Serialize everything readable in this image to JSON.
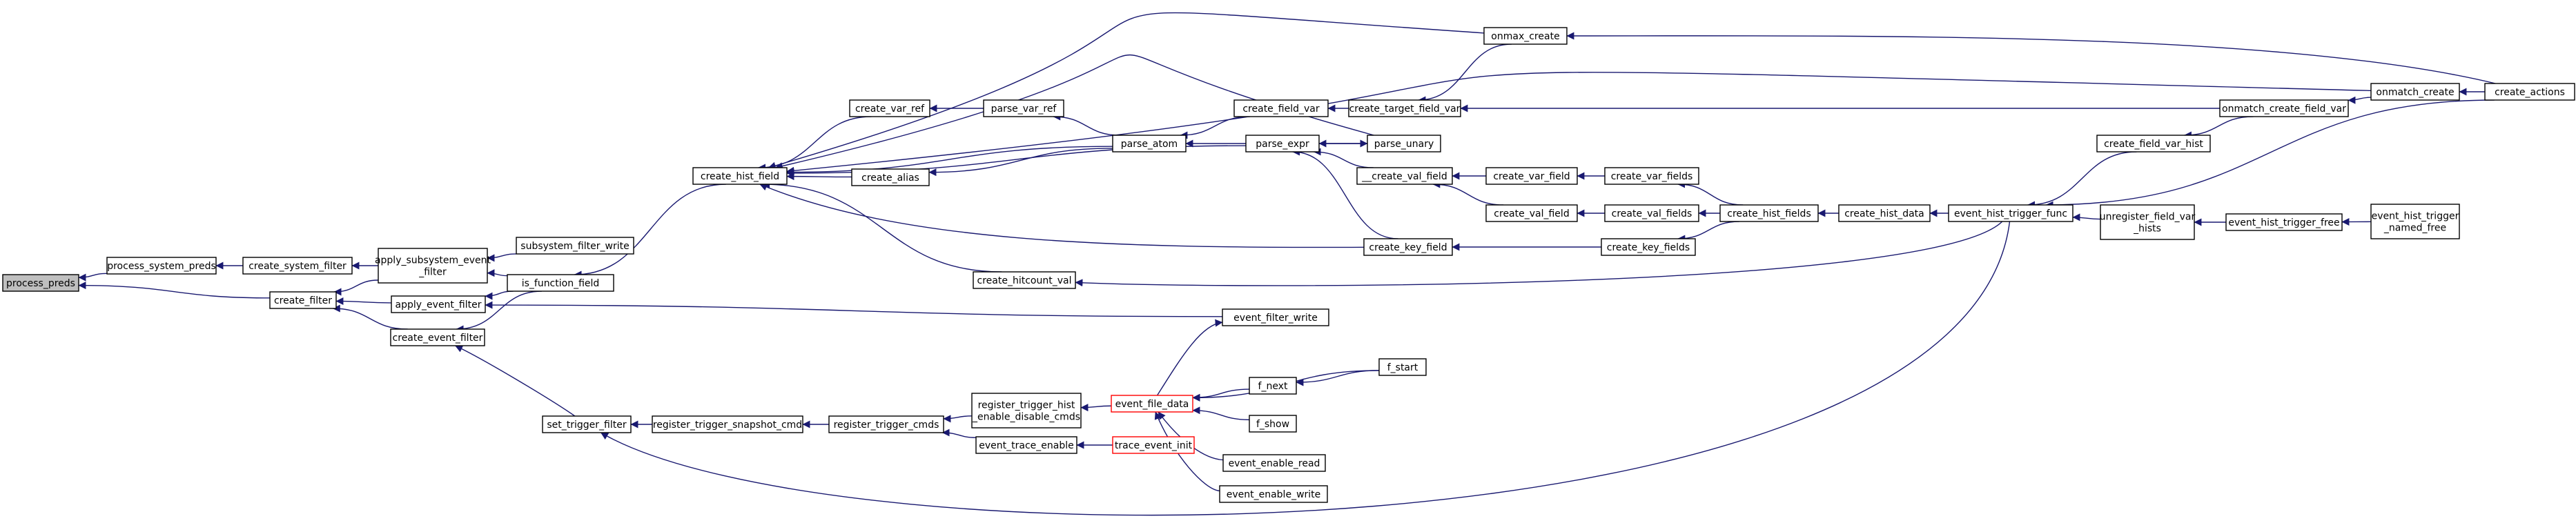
{
  "graph": {
    "title": "",
    "colors": {
      "edge": "#191970",
      "node_border": "#000000",
      "node_fill": "#ffffff",
      "root_fill": "#bfbfbf",
      "truncated_border": "#ff0000"
    },
    "nodes": [
      {
        "id": "process_preds",
        "label": "process_preds",
        "style": "root"
      },
      {
        "id": "process_system_preds",
        "label": "process_system_preds"
      },
      {
        "id": "create_system_filter",
        "label": "create_system_filter"
      },
      {
        "id": "apply_subsystem_event_filter",
        "label": "apply_subsystem_event\n_filter"
      },
      {
        "id": "subsystem_filter_write",
        "label": "subsystem_filter_write"
      },
      {
        "id": "create_filter",
        "label": "create_filter"
      },
      {
        "id": "apply_event_filter",
        "label": "apply_event_filter"
      },
      {
        "id": "create_event_filter",
        "label": "create_event_filter"
      },
      {
        "id": "is_function_field",
        "label": "is_function_field"
      },
      {
        "id": "create_hist_field",
        "label": "create_hist_field"
      },
      {
        "id": "create_var_ref",
        "label": "create_var_ref"
      },
      {
        "id": "parse_var_ref",
        "label": "parse_var_ref"
      },
      {
        "id": "create_alias",
        "label": "create_alias"
      },
      {
        "id": "parse_atom",
        "label": "parse_atom"
      },
      {
        "id": "create_field_var",
        "label": "create_field_var"
      },
      {
        "id": "parse_expr",
        "label": "parse_expr"
      },
      {
        "id": "parse_unary",
        "label": "parse_unary"
      },
      {
        "id": "create_target_field_var",
        "label": "create_target_field_var"
      },
      {
        "id": "onmax_create",
        "label": "onmax_create"
      },
      {
        "id": "__create_val_field",
        "label": "__create_val_field"
      },
      {
        "id": "create_var_field",
        "label": "create_var_field"
      },
      {
        "id": "create_val_field",
        "label": "create_val_field"
      },
      {
        "id": "create_var_fields",
        "label": "create_var_fields"
      },
      {
        "id": "create_val_fields",
        "label": "create_val_fields"
      },
      {
        "id": "create_key_field",
        "label": "create_key_field"
      },
      {
        "id": "create_key_fields",
        "label": "create_key_fields"
      },
      {
        "id": "create_hist_fields",
        "label": "create_hist_fields"
      },
      {
        "id": "create_hist_data",
        "label": "create_hist_data"
      },
      {
        "id": "event_hist_trigger_func",
        "label": "event_hist_trigger_func"
      },
      {
        "id": "create_field_var_hist",
        "label": "create_field_var_hist"
      },
      {
        "id": "onmatch_create_field_var",
        "label": "onmatch_create_field_var"
      },
      {
        "id": "onmatch_create",
        "label": "onmatch_create"
      },
      {
        "id": "create_actions",
        "label": "create_actions"
      },
      {
        "id": "unregister_field_var_hists",
        "label": "unregister_field_var\n_hists"
      },
      {
        "id": "event_hist_trigger_free",
        "label": "event_hist_trigger_free"
      },
      {
        "id": "event_hist_trigger_named_free",
        "label": "event_hist_trigger\n_named_free"
      },
      {
        "id": "create_hitcount_val",
        "label": "create_hitcount_val"
      },
      {
        "id": "event_filter_write",
        "label": "event_filter_write"
      },
      {
        "id": "set_trigger_filter",
        "label": "set_trigger_filter"
      },
      {
        "id": "register_trigger_snapshot_cmd",
        "label": "register_trigger_snapshot_cmd"
      },
      {
        "id": "register_trigger_cmds",
        "label": "register_trigger_cmds"
      },
      {
        "id": "register_trigger_hist_enable_disable_cmds",
        "label": "register_trigger_hist\n_enable_disable_cmds"
      },
      {
        "id": "event_trace_enable",
        "label": "event_trace_enable"
      },
      {
        "id": "event_file_data",
        "label": "event_file_data",
        "style": "truncated"
      },
      {
        "id": "trace_event_init",
        "label": "trace_event_init",
        "style": "truncated"
      },
      {
        "id": "f_next",
        "label": "f_next"
      },
      {
        "id": "f_start",
        "label": "f_start"
      },
      {
        "id": "f_show",
        "label": "f_show"
      },
      {
        "id": "event_enable_read",
        "label": "event_enable_read"
      },
      {
        "id": "event_enable_write",
        "label": "event_enable_write"
      }
    ],
    "edges": [
      [
        "process_system_preds",
        "process_preds"
      ],
      [
        "create_filter",
        "process_preds"
      ],
      [
        "create_system_filter",
        "process_system_preds"
      ],
      [
        "apply_subsystem_event_filter",
        "create_system_filter"
      ],
      [
        "subsystem_filter_write",
        "apply_subsystem_event_filter"
      ],
      [
        "apply_event_filter",
        "create_filter"
      ],
      [
        "create_event_filter",
        "create_filter"
      ],
      [
        "apply_subsystem_event_filter",
        "create_filter"
      ],
      [
        "is_function_field",
        "apply_subsystem_event_filter"
      ],
      [
        "is_function_field",
        "apply_event_filter"
      ],
      [
        "event_filter_write",
        "apply_event_filter"
      ],
      [
        "is_function_field",
        "create_event_filter"
      ],
      [
        "set_trigger_filter",
        "create_event_filter"
      ],
      [
        "create_hist_field",
        "is_function_field"
      ],
      [
        "create_var_ref",
        "create_hist_field"
      ],
      [
        "create_alias",
        "create_hist_field"
      ],
      [
        "parse_atom",
        "create_hist_field"
      ],
      [
        "parse_expr",
        "create_hist_field"
      ],
      [
        "parse_unary",
        "create_hist_field"
      ],
      [
        "onmax_create",
        "create_hist_field"
      ],
      [
        "onmatch_create",
        "create_hist_field"
      ],
      [
        "create_key_field",
        "create_hist_field"
      ],
      [
        "create_hitcount_val",
        "create_hist_field"
      ],
      [
        "parse_var_ref",
        "create_var_ref"
      ],
      [
        "parse_atom",
        "parse_var_ref"
      ],
      [
        "parse_atom",
        "create_alias"
      ],
      [
        "create_field_var",
        "parse_atom"
      ],
      [
        "parse_expr",
        "parse_atom"
      ],
      [
        "create_target_field_var",
        "create_field_var"
      ],
      [
        "parse_unary",
        "parse_expr"
      ],
      [
        "__create_val_field",
        "parse_expr"
      ],
      [
        "create_key_field",
        "parse_expr"
      ],
      [
        "parse_expr",
        "parse_unary"
      ],
      [
        "onmax_create",
        "create_target_field_var"
      ],
      [
        "onmatch_create_field_var",
        "create_target_field_var"
      ],
      [
        "create_actions",
        "onmax_create"
      ],
      [
        "create_var_field",
        "__create_val_field"
      ],
      [
        "create_val_field",
        "__create_val_field"
      ],
      [
        "create_var_fields",
        "create_var_field"
      ],
      [
        "create_val_fields",
        "create_val_field"
      ],
      [
        "create_hist_fields",
        "create_var_fields"
      ],
      [
        "create_hist_fields",
        "create_val_fields"
      ],
      [
        "create_key_fields",
        "create_key_field"
      ],
      [
        "create_hist_fields",
        "create_key_fields"
      ],
      [
        "create_hist_data",
        "create_hist_fields"
      ],
      [
        "event_hist_trigger_func",
        "create_hist_data"
      ],
      [
        "create_field_var_hist",
        "event_hist_trigger_func"
      ],
      [
        "create_actions",
        "event_hist_trigger_func"
      ],
      [
        "unregister_field_var_hists",
        "event_hist_trigger_func"
      ],
      [
        "onmatch_create_field_var",
        "create_field_var_hist"
      ],
      [
        "onmatch_create",
        "onmatch_create_field_var"
      ],
      [
        "create_actions",
        "onmatch_create"
      ],
      [
        "event_hist_trigger_free",
        "unregister_field_var_hists"
      ],
      [
        "event_hist_trigger_named_free",
        "event_hist_trigger_free"
      ],
      [
        "event_hist_trigger_func",
        "create_hitcount_val"
      ],
      [
        "event_file_data",
        "event_filter_write"
      ],
      [
        "register_trigger_snapshot_cmd",
        "set_trigger_filter"
      ],
      [
        "event_hist_trigger_func",
        "set_trigger_filter"
      ],
      [
        "register_trigger_cmds",
        "register_trigger_snapshot_cmd"
      ],
      [
        "register_trigger_hist_enable_disable_cmds",
        "register_trigger_cmds"
      ],
      [
        "event_trace_enable",
        "register_trigger_cmds"
      ],
      [
        "event_file_data",
        "register_trigger_hist_enable_disable_cmds"
      ],
      [
        "trace_event_init",
        "event_trace_enable"
      ],
      [
        "f_next",
        "event_file_data"
      ],
      [
        "f_start",
        "event_file_data"
      ],
      [
        "f_show",
        "event_file_data"
      ],
      [
        "event_enable_read",
        "event_file_data"
      ],
      [
        "event_enable_write",
        "event_file_data"
      ],
      [
        "f_start",
        "f_next"
      ]
    ]
  }
}
